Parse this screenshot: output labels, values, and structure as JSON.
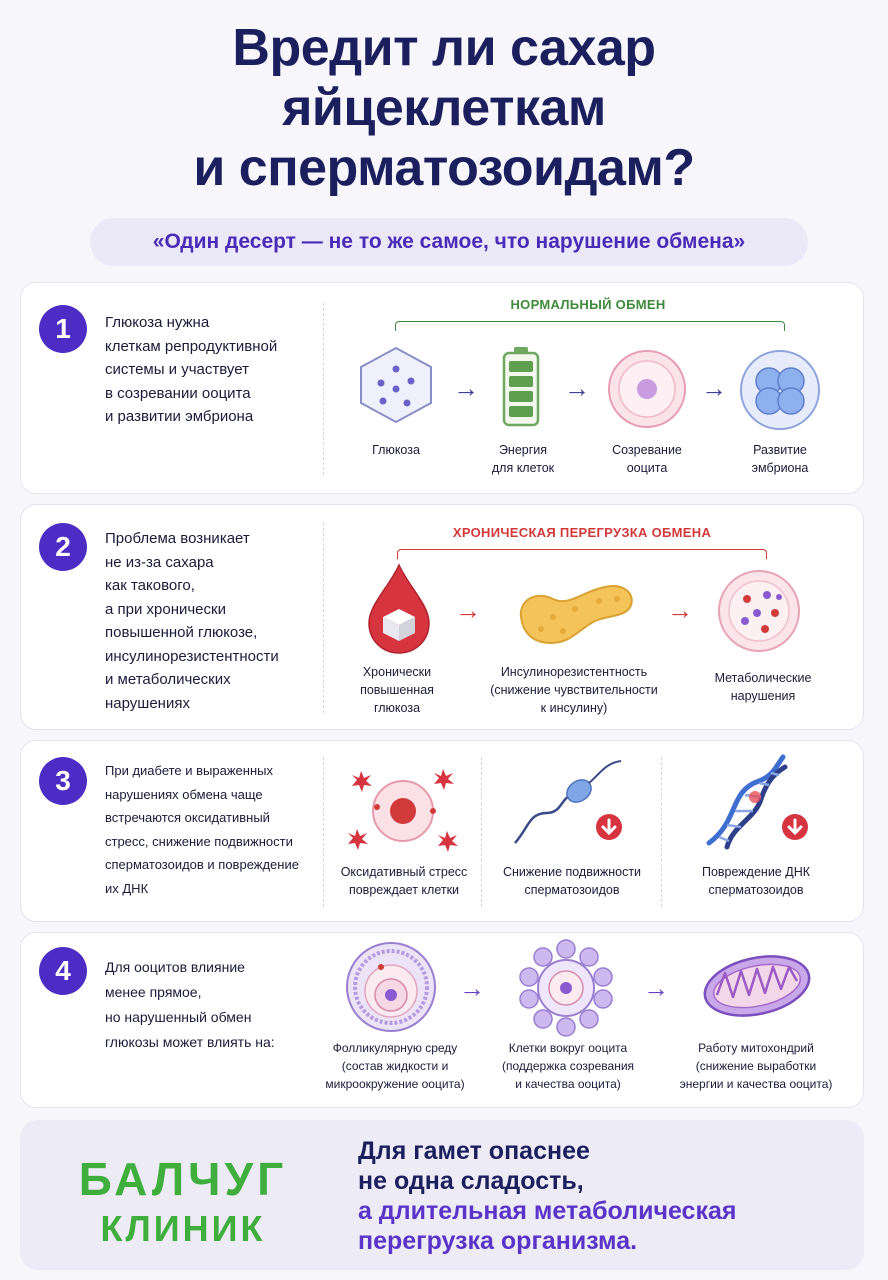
{
  "header": {
    "title_lines": [
      "Вредит ли сахар",
      "яйцеклеткам",
      "и сперматозоидам?"
    ],
    "subtitle": "«Один десерт — не то же самое, что нарушение обмена»"
  },
  "sections": [
    {
      "number": "1",
      "text": "Глюкоза нужна\nклеткам репродуктивной\nсистемы и участвует\nв созревании ооцита\nи развитии эмбриона",
      "bracket_label": "НОРМАЛЬНЫЙ ОБМЕН",
      "steps": [
        "Глюкоза",
        "Энергия\nдля клеток",
        "Созревание\nооцита",
        "Развитие\nэмбриона"
      ]
    },
    {
      "number": "2",
      "text": "Проблема возникает\nне из-за сахара\nкак такового,\nа при хронически\nповышенной глюкозе,\nинсулинорезистентности\nи метаболических\nнарушениях",
      "bracket_label": "ХРОНИЧЕСКАЯ ПЕРЕГРУЗКА ОБМЕНА",
      "steps": [
        "Хронически\nповышенная\nглюкоза",
        "Инсулинорезистентность\n(снижение чувствительности\nк инсулину)",
        "Метаболические\nнарушения"
      ]
    },
    {
      "number": "3",
      "text": "При диабете и выраженных\nнарушениях обмена чаще\nвстречаются оксидативный\nстресс, снижение подвижности\nсперматозоидов и повреждение\nих ДНК",
      "steps": [
        "Оксидативный стресс\nповреждает клетки",
        "Снижение подвижности\nсперматозоидов",
        "Повреждение ДНК\nсперматозоидов"
      ]
    },
    {
      "number": "4",
      "text": "Для ооцитов влияние\nменее прямое,\nно нарушенный обмен\nглюкозы может влиять на:",
      "steps": [
        "Фолликулярную среду\n(состав жидкости и\nмикроокружение ооцита)",
        "Клетки вокруг ооцита\n(поддержка созревания\nи качества ооцита)",
        "Работу митохондрий\n(снижение выработки\nэнергии и качества ооцита)"
      ]
    }
  ],
  "footer": {
    "brand_line1": "БАЛЧУГ",
    "brand_line2": "КЛИНИК",
    "text_dark": [
      "Для гамет опаснее",
      "не одна сладость,"
    ],
    "text_purple": [
      "а длительная метаболическая",
      "перегрузка организма."
    ]
  },
  "colors": {
    "accent_purple": "#4c2cc4",
    "normal_green": "#3f8a3a",
    "overload_red": "#d23a3a",
    "brand_green": "#3fae3c"
  }
}
